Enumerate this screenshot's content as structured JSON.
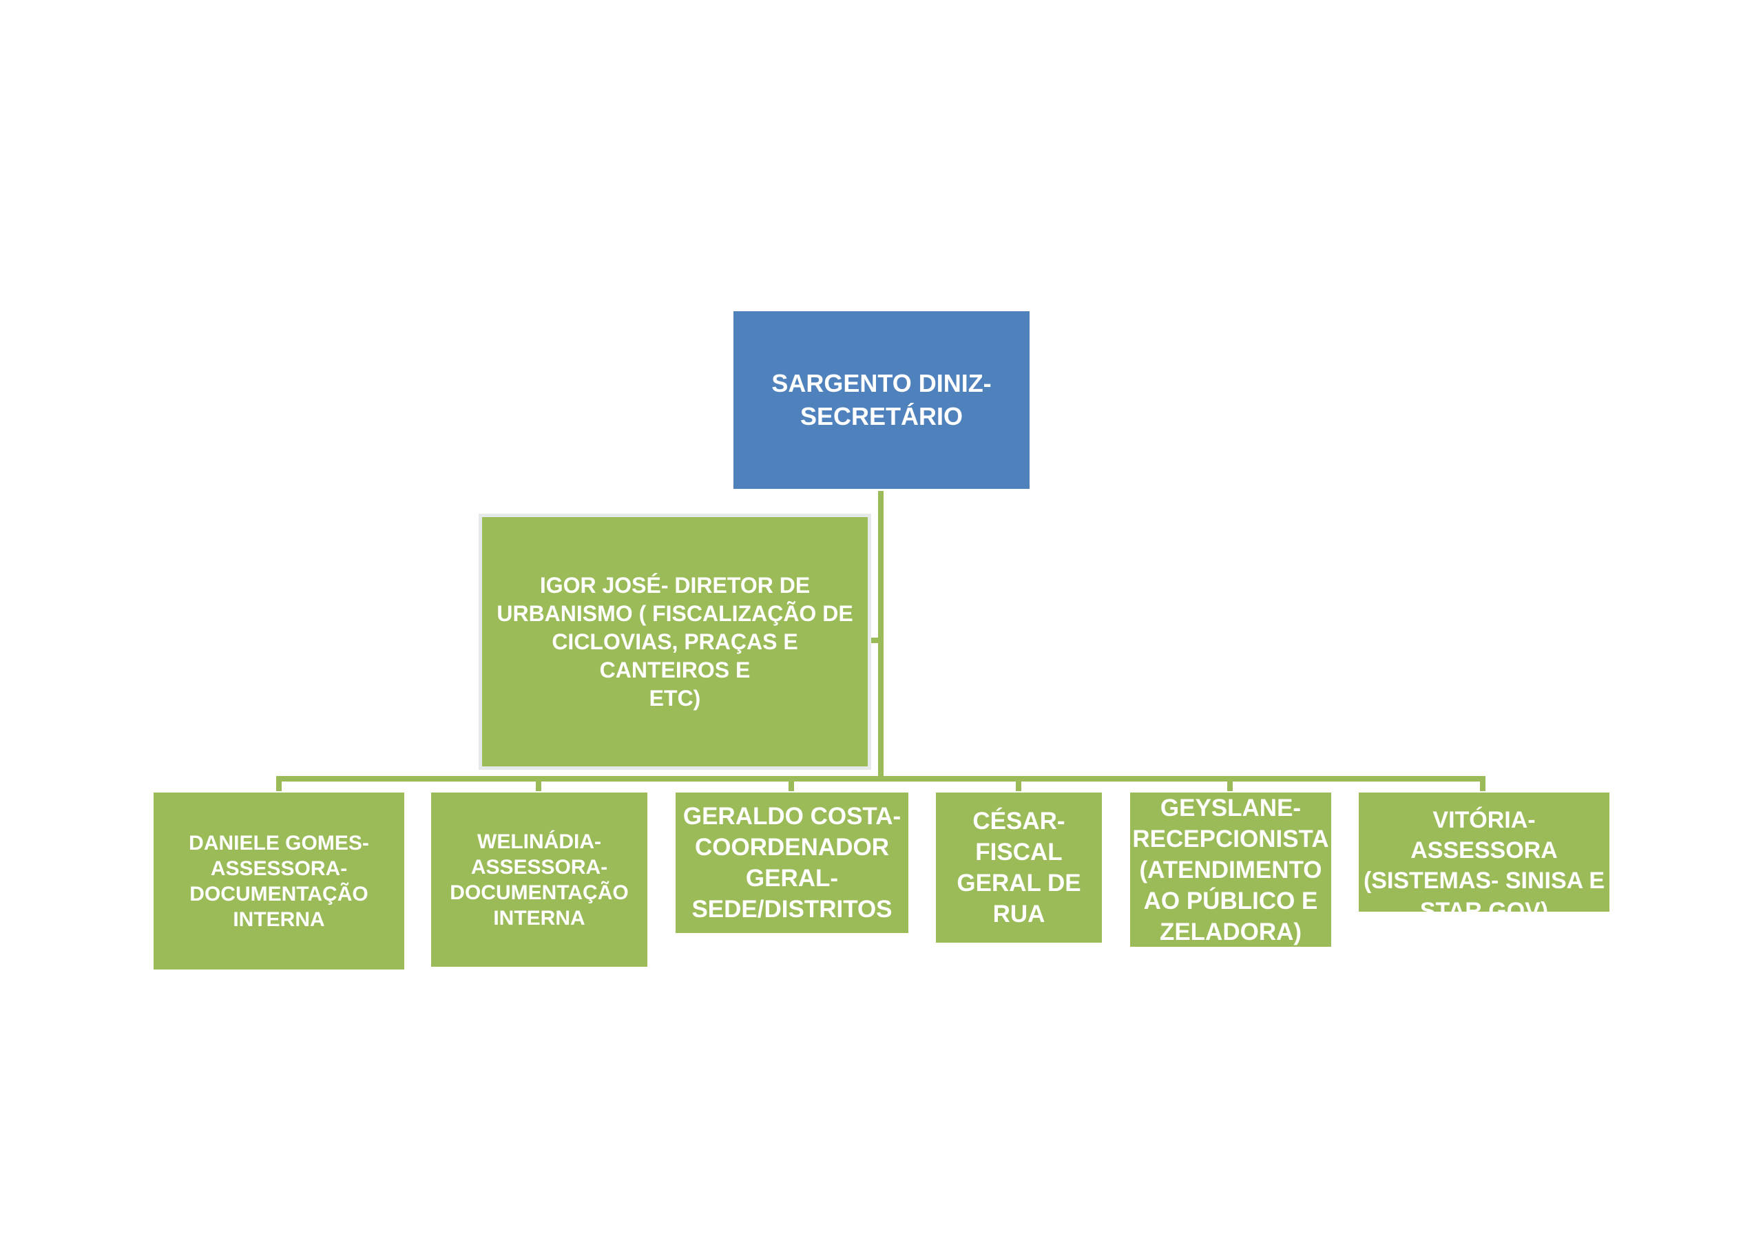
{
  "org_chart": {
    "root": {
      "text": "SARGENTO DINIZ-\nSECRETÁRIO",
      "color": "#4f81bd"
    },
    "assistant": {
      "text": "IGOR JOSÉ- DIRETOR DE\nURBANISMO ( FISCALIZAÇÃO DE\nCICLOVIAS, PRAÇAS E CANTEIROS E\nETC)",
      "color": "#9bbb59"
    },
    "children": [
      {
        "text": "DANIELE GOMES-\nASSESSORA-\nDOCUMENTAÇÃO\nINTERNA"
      },
      {
        "text": "WELINÁDIA-\nASSESSORA-\nDOCUMENTAÇÃO\nINTERNA"
      },
      {
        "text": "GERALDO COSTA-\nCOORDENADOR\nGERAL-\nSEDE/DISTRITOS"
      },
      {
        "text": "CÉSAR- FISCAL\nGERAL DE\nRUA"
      },
      {
        "text": "GEYSLANE-\nRECEPCIONISTA\n(ATENDIMENTO\nAO PÚBLICO E\nZELADORA)"
      },
      {
        "text": "VITÓRIA-  ASSESSORA\n(SISTEMAS- SINISA E\nSTAR GOV)"
      }
    ],
    "connector_color": "#9bbb59"
  }
}
